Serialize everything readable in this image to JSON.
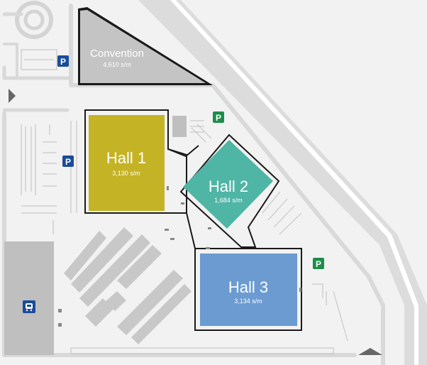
{
  "halls": {
    "convention": {
      "name": "Convention",
      "area": "4,610 s/m",
      "color": "#c4c4c4"
    },
    "hall1": {
      "name": "Hall 1",
      "area": "3,130 s/m",
      "color": "#c5b326"
    },
    "hall2": {
      "name": "Hall 2",
      "area": "1,684 s/m",
      "color": "#4fb5a5"
    },
    "hall3": {
      "name": "Hall 3",
      "area": "3,134 s/m",
      "color": "#6b9bd1"
    }
  },
  "parking": {
    "blue_label": "P",
    "green_label": "P",
    "blue_color": "#1a4c9a",
    "green_color": "#1e8c4b"
  },
  "icons": [
    "parking-blue-icon",
    "parking-green-icon",
    "train-station-icon",
    "arrow-icon"
  ],
  "colors": {
    "background": "#f2f2f2",
    "road": "#d9d9d9",
    "outline": "#222222",
    "building": "#bfbfbf"
  }
}
